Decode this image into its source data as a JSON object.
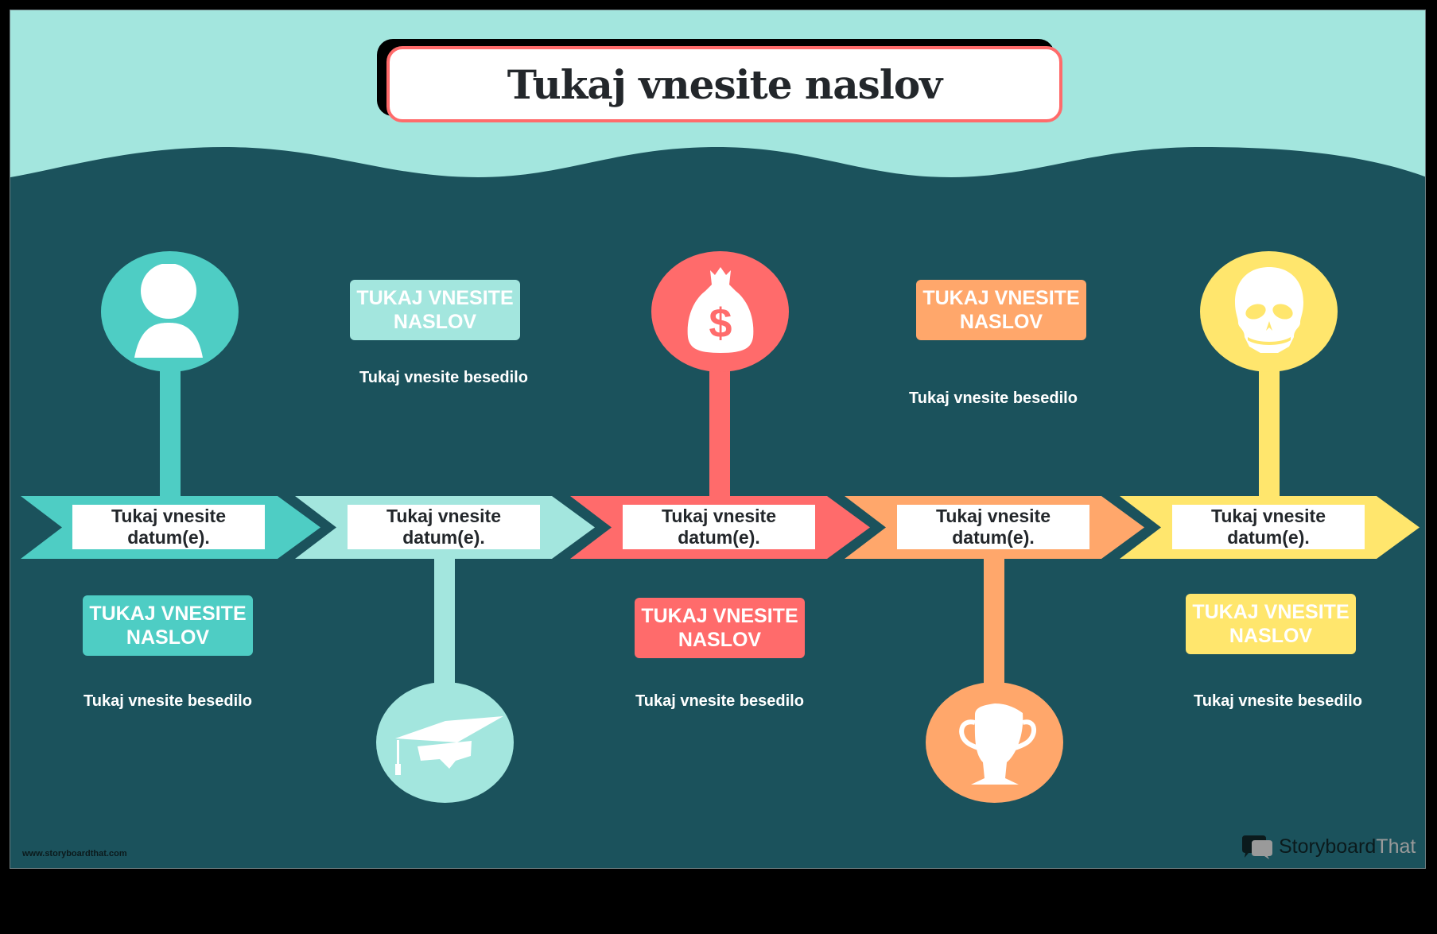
{
  "title": "Tukaj vnesite naslov",
  "colors": {
    "background_dark": "#1b525c",
    "background_light": "#a3e6de",
    "teal": "#4ecdc4",
    "mint": "#a3e6de",
    "coral": "#ff6b6b",
    "orange": "#ffa76b",
    "yellow": "#ffe66d",
    "title_border": "#ff6b6b"
  },
  "events": [
    {
      "icon": "person-icon",
      "color": "#4ecdc4",
      "date": "Tukaj vnesite datum(e).",
      "heading": "TUKAJ VNESITE NASLOV",
      "text": "Tukaj vnesite besedilo",
      "icon_position": "top"
    },
    {
      "icon": "graduation-cap-icon",
      "color": "#a3e6de",
      "date": "Tukaj vnesite datum(e).",
      "heading": "TUKAJ VNESITE NASLOV",
      "text": "Tukaj vnesite besedilo",
      "icon_position": "bottom"
    },
    {
      "icon": "money-bag-icon",
      "color": "#ff6b6b",
      "date": "Tukaj vnesite datum(e).",
      "heading": "TUKAJ VNESITE NASLOV",
      "text": "Tukaj vnesite besedilo",
      "icon_position": "top"
    },
    {
      "icon": "trophy-icon",
      "color": "#ffa76b",
      "date": "Tukaj vnesite datum(e).",
      "heading": "TUKAJ VNESITE NASLOV",
      "text": "Tukaj vnesite besedilo",
      "icon_position": "bottom"
    },
    {
      "icon": "skull-icon",
      "color": "#ffe66d",
      "date": "Tukaj vnesite datum(e).",
      "heading": "TUKAJ VNESITE NASLOV",
      "text": "Tukaj vnesite besedilo",
      "icon_position": "top"
    }
  ],
  "footer": {
    "url": "www.storyboardthat.com",
    "brand_main": "Storyboard",
    "brand_suffix": "That"
  }
}
